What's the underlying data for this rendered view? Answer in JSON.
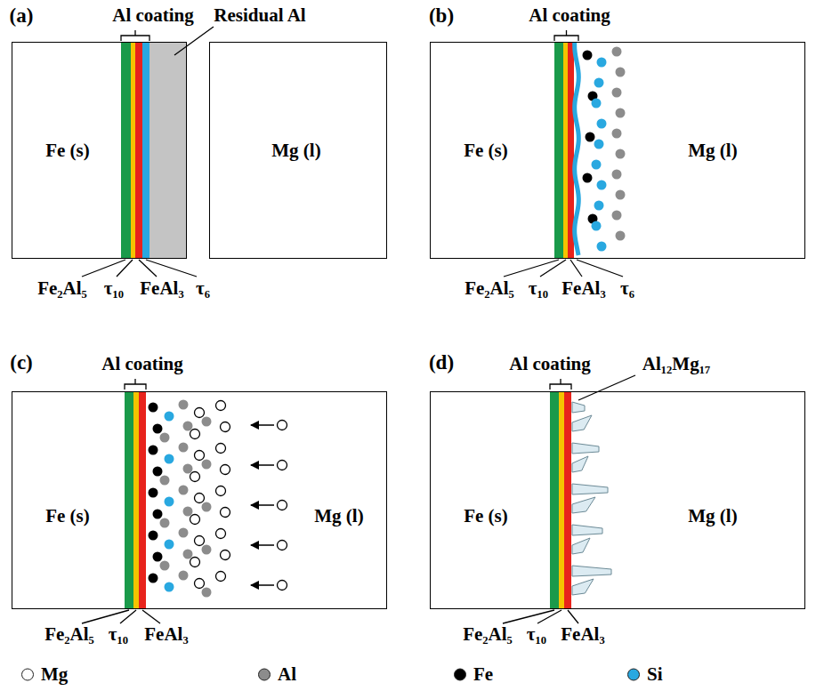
{
  "diagram": {
    "nodes": [
      {
        "text": [
          "Fe (s)"
        ]
      },
      {
        "text": [
          "Mg (l)"
        ]
      },
      {
        "text": [
          "Fe (s)",
          "Mg (l)"
        ]
      },
      {
        "text": [
          "Fe (s)",
          "Mg (l)"
        ]
      },
      {
        "text": [
          "Fe (s)",
          "Mg (l)"
        ]
      }
    ],
    "labels": [
      "(a)",
      "Al coating",
      "Residual Al",
      "Fe₂Al₅",
      "τ₁₀",
      "FeAl₃",
      "τ₆",
      "(b)",
      "Al coating",
      "Fe₂Al₅",
      "τ₁₀",
      "FeAl₃",
      "τ₆",
      "(c)",
      "Al coating",
      "Fe₂Al₅",
      "τ₁₀",
      "FeAl₃",
      "(d)",
      "Al coating",
      "Al₁₂Mg₁₇",
      "Fe₂Al₅",
      "τ₁₀",
      "FeAl₃"
    ],
    "legend": [
      {
        "text": "Mg",
        "color": "#ffffff"
      },
      {
        "text": "Al",
        "color": "#8c8c8c"
      },
      {
        "text": "Fe",
        "color": "#000000"
      },
      {
        "text": "Si",
        "color": "#29a8e0"
      }
    ]
  }
}
